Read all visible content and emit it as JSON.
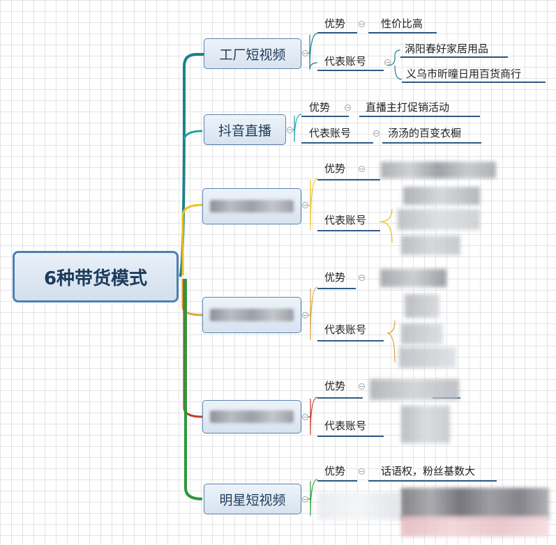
{
  "root": {
    "title": "6种带货模式"
  },
  "branches": [
    {
      "title": "工厂短视频",
      "advantage_label": "优势",
      "advantage": "性价比高",
      "accounts_label": "代表账号",
      "accounts": [
        "涡阳春好家居用品",
        "义乌市昕曈日用百货商行"
      ]
    },
    {
      "title": "抖音直播",
      "advantage_label": "优势",
      "advantage": "直播主打促销活动",
      "accounts_label": "代表账号",
      "accounts": [
        "汤汤的百变衣橱"
      ]
    },
    {
      "title": "",
      "advantage_label": "优势",
      "accounts_label": "代表账号"
    },
    {
      "title": "",
      "advantage_label": "优势",
      "accounts_label": "代表账号"
    },
    {
      "title": "",
      "advantage_label": "优势",
      "accounts_label": "代表账号"
    },
    {
      "title": "明星短视频",
      "advantage_label": "优势",
      "advantage": "话语权，粉丝基数大"
    }
  ],
  "colors": {
    "branch_1": "#1f7f8c",
    "branch_2": "#1aa4a0",
    "branch_3": "#e8c21a",
    "branch_4": "#d9a23a",
    "branch_5": "#c23a2a",
    "branch_6": "#2a9a3a"
  }
}
